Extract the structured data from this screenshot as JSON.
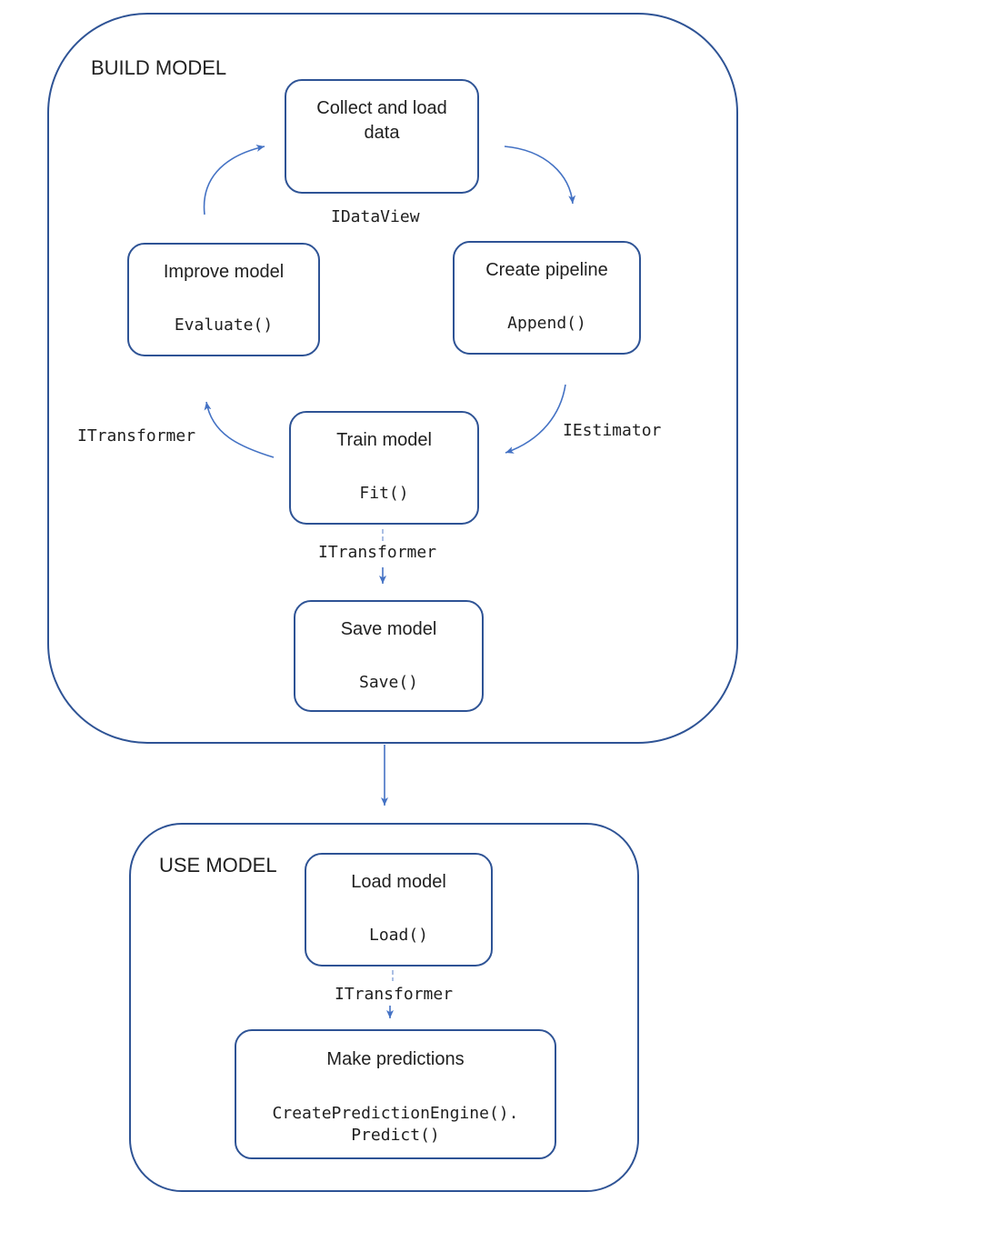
{
  "colors": {
    "box_border": "#2e5395",
    "arrow": "#4472c4",
    "connector_dash": "#8faadc",
    "text": "#1f1f1f"
  },
  "build_section": {
    "label": "BUILD MODEL",
    "collect_box": {
      "title": "Collect and load data"
    },
    "improve_box": {
      "title": "Improve model",
      "code": "Evaluate()"
    },
    "create_box": {
      "title": "Create pipeline",
      "code": "Append()"
    },
    "train_box": {
      "title": "Train model",
      "code": "Fit()"
    },
    "save_box": {
      "title": "Save model",
      "code": "Save()"
    },
    "labels": {
      "idataview": "IDataView",
      "iestimator": "IEstimator",
      "itransformer_feedback": "ITransformer",
      "itransformer_to_save": "ITransformer"
    }
  },
  "use_section": {
    "label": "USE MODEL",
    "load_box": {
      "title": "Load model",
      "code": "Load()"
    },
    "predict_box": {
      "title": "Make predictions",
      "code_lines": [
        "CreatePredictionEngine().",
        "Predict()"
      ]
    },
    "labels": {
      "itransformer": "ITransformer"
    }
  }
}
